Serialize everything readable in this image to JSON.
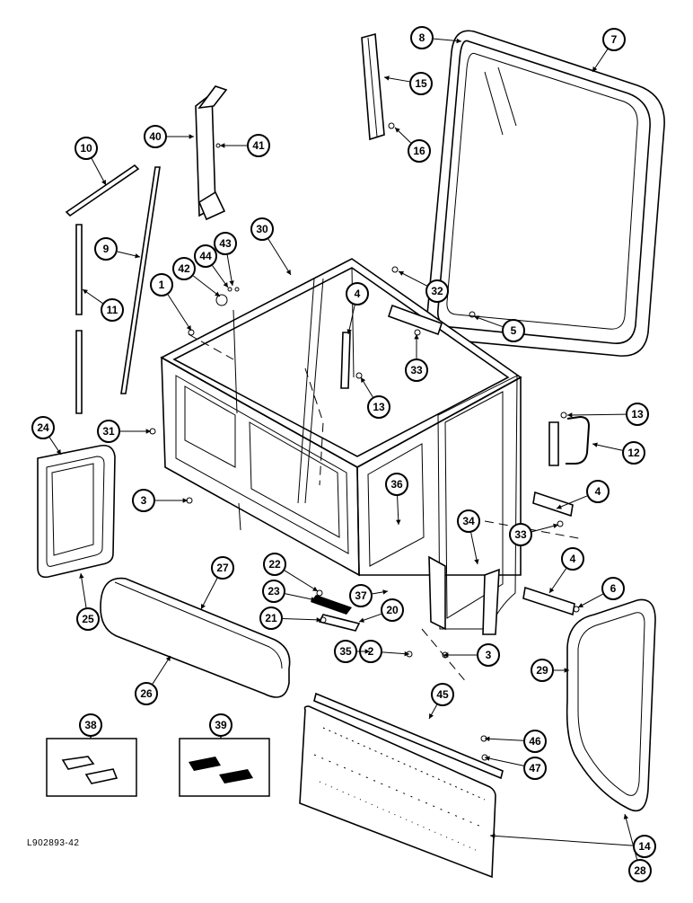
{
  "figure_id": "L902893-42",
  "callouts": [
    {
      "label": "1"
    },
    {
      "label": "2"
    },
    {
      "label": "3"
    },
    {
      "label": "3"
    },
    {
      "label": "4"
    },
    {
      "label": "4"
    },
    {
      "label": "4"
    },
    {
      "label": "5"
    },
    {
      "label": "6"
    },
    {
      "label": "7"
    },
    {
      "label": "8"
    },
    {
      "label": "9"
    },
    {
      "label": "10"
    },
    {
      "label": "11"
    },
    {
      "label": "12"
    },
    {
      "label": "13"
    },
    {
      "label": "13"
    },
    {
      "label": "14"
    },
    {
      "label": "15"
    },
    {
      "label": "16"
    },
    {
      "label": "20"
    },
    {
      "label": "21"
    },
    {
      "label": "22"
    },
    {
      "label": "23"
    },
    {
      "label": "24"
    },
    {
      "label": "25"
    },
    {
      "label": "26"
    },
    {
      "label": "27"
    },
    {
      "label": "28"
    },
    {
      "label": "29"
    },
    {
      "label": "30"
    },
    {
      "label": "31"
    },
    {
      "label": "32"
    },
    {
      "label": "33"
    },
    {
      "label": "33"
    },
    {
      "label": "34"
    },
    {
      "label": "35"
    },
    {
      "label": "36"
    },
    {
      "label": "37"
    },
    {
      "label": "38"
    },
    {
      "label": "39"
    },
    {
      "label": "40"
    },
    {
      "label": "41"
    },
    {
      "label": "42"
    },
    {
      "label": "43"
    },
    {
      "label": "44"
    },
    {
      "label": "45"
    },
    {
      "label": "46"
    },
    {
      "label": "47"
    }
  ]
}
